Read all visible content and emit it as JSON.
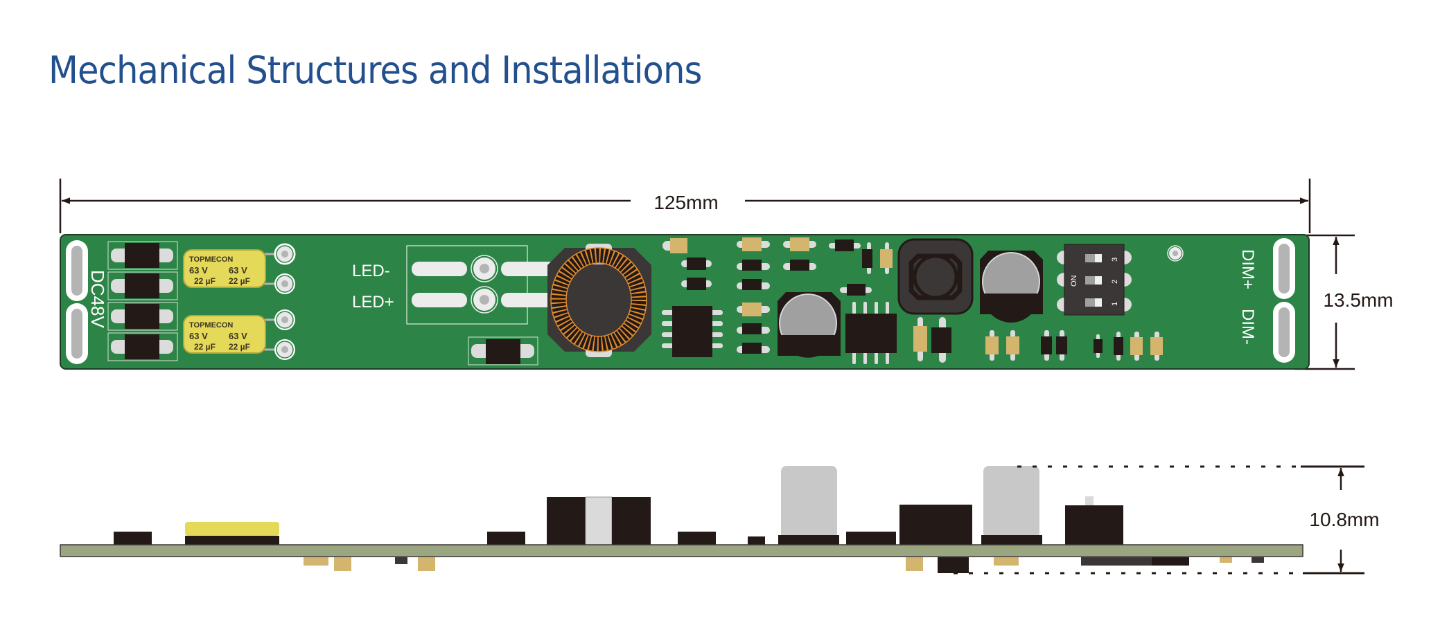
{
  "page": {
    "title": "Mechanical Structures and Installations"
  },
  "dimensions": {
    "length": "125mm",
    "width": "13.5mm",
    "height": "10.8mm"
  },
  "board_labels": {
    "input": "DC48V",
    "led_minus": "LED-",
    "led_plus": "LED+",
    "dim_plus": "DIM+",
    "dim_minus": "DIM-"
  },
  "capacitor_markings": {
    "brand": "TOPMECON",
    "voltage": "63 V",
    "capacitance": "22 µF"
  },
  "dip_switch": {
    "on_label": "ON",
    "positions": [
      "3",
      "2",
      "1"
    ]
  },
  "colors": {
    "title": "#224f8d",
    "pcb_green": "#2d8447",
    "pcb_side": "#9aa67f",
    "component_black": "#231a17",
    "pad_gold": "#d4b56e",
    "pad_light": "#dcdcdc",
    "cap_yellow": "#e5d95a",
    "toroid_copper": "#e08b2c"
  }
}
